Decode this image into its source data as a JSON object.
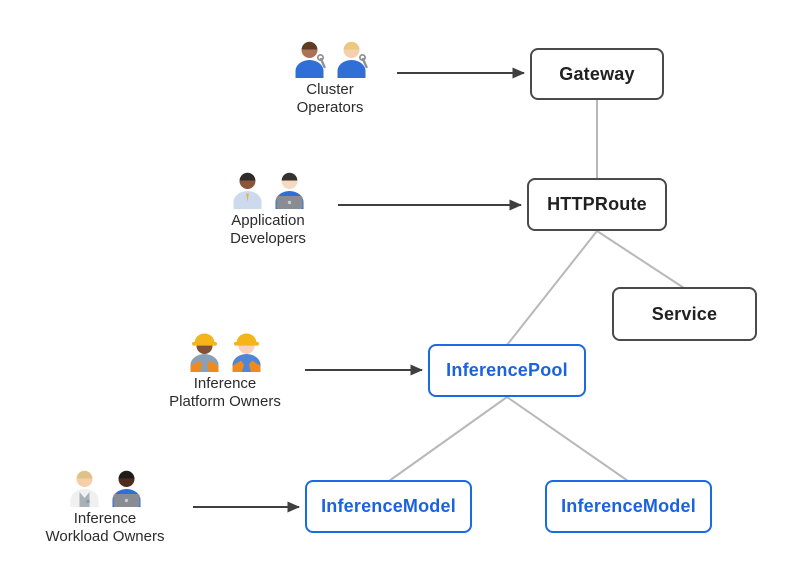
{
  "diagram": {
    "background": "#ffffff",
    "personas": [
      {
        "id": "cluster-operators",
        "label": "Cluster\nOperators",
        "points_to": "Gateway",
        "people": [
          {
            "icon": "man-mechanic-emoji",
            "skin": "#ad7157",
            "hair": "#5f3c24",
            "shirt": "#2f6fd6",
            "accessory": "wrench"
          },
          {
            "icon": "woman-mechanic-emoji",
            "skin": "#f5cfae",
            "hair": "#e9c87f",
            "shirt": "#2f6fd6",
            "accessory": "wrench"
          }
        ]
      },
      {
        "id": "application-developers",
        "label": "Application\nDevelopers",
        "points_to": "HTTPRoute",
        "people": [
          {
            "icon": "man-office-worker-emoji",
            "skin": "#8a563a",
            "hair": "#2e2b29",
            "shirt": "#cdd9ec",
            "accessory": "tie"
          },
          {
            "icon": "woman-technologist-emoji",
            "skin": "#f6d9c3",
            "hair": "#35322f",
            "shirt": "#2f6fd6",
            "accessory": "laptop"
          }
        ]
      },
      {
        "id": "inference-platform-owners",
        "label": "Inference\nPlatform Owners",
        "points_to": "InferencePool",
        "people": [
          {
            "icon": "woman-construction-worker-emoji",
            "skin": "#80503a",
            "hair": "#2e2b29",
            "shirt": "#8aa0b8",
            "accessory": "hardhat vest"
          },
          {
            "icon": "man-construction-worker-emoji",
            "skin": "#f5d2b8",
            "hair": "#b5803f",
            "shirt": "#4f86d8",
            "accessory": "hardhat vest"
          }
        ]
      },
      {
        "id": "inference-workload-owners",
        "label": "Inference\nWorkload Owners",
        "points_to": "InferenceModel",
        "people": [
          {
            "icon": "health-worker-emoji",
            "skin": "#f5cfa8",
            "hair": "#dfc28a",
            "shirt": "#eef0f2",
            "accessory": "coat"
          },
          {
            "icon": "man-technologist-emoji",
            "skin": "#4f2d1c",
            "hair": "#1f1d1b",
            "shirt": "#2f6fd6",
            "accessory": "laptop"
          }
        ]
      }
    ],
    "nodes": {
      "gateway": {
        "label": "Gateway",
        "style": "dark"
      },
      "httproute": {
        "label": "HTTPRoute",
        "style": "dark"
      },
      "service": {
        "label": "Service",
        "style": "dark"
      },
      "inferencepool": {
        "label": "InferencePool",
        "style": "blue"
      },
      "inferencemodel_left": {
        "label": "InferenceModel",
        "style": "blue"
      },
      "inferencemodel_right": {
        "label": "InferenceModel",
        "style": "blue"
      }
    },
    "edges": [
      {
        "from": "gateway",
        "to": "httproute"
      },
      {
        "from": "httproute",
        "to": "inferencepool"
      },
      {
        "from": "httproute",
        "to": "service"
      },
      {
        "from": "inferencepool",
        "to": "inferencemodel_left"
      },
      {
        "from": "inferencepool",
        "to": "inferencemodel_right"
      }
    ],
    "colors": {
      "blue_accent": "#1a63df",
      "dark_border": "#4a4a4d",
      "edge_gray": "#b8b8b8",
      "arrow_dark": "#3f3f42"
    }
  }
}
